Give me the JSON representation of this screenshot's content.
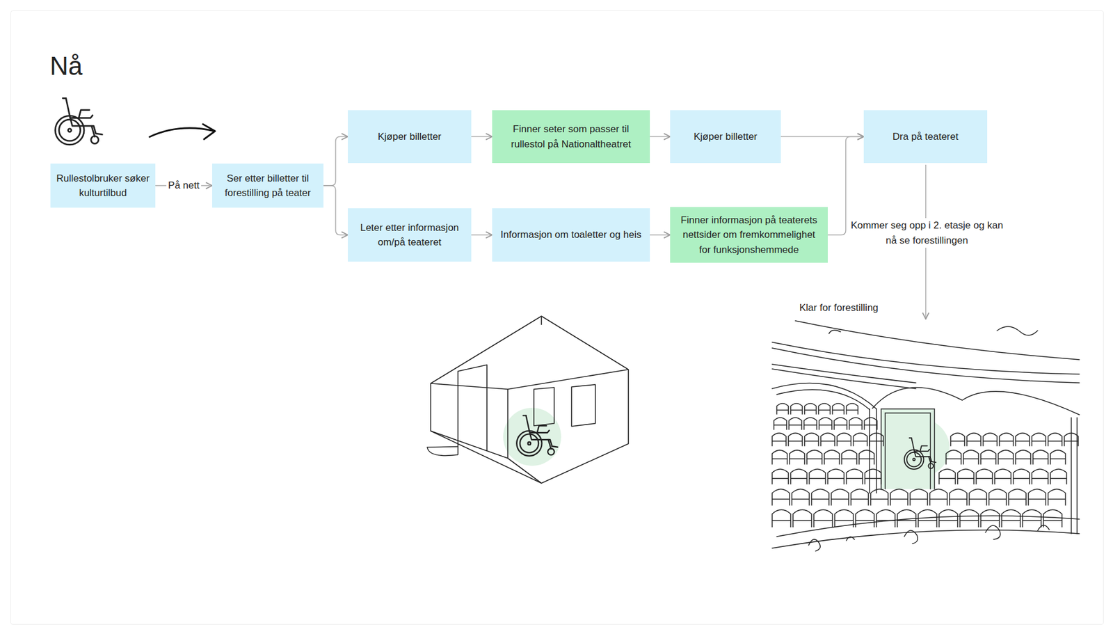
{
  "diagram": {
    "title": "Nå",
    "nodes": [
      {
        "text": [
          "Rullestolbruker søker kulturtilbud"
        ]
      },
      {
        "text": [
          "Ser etter billetter til forestilling på teater"
        ]
      },
      {
        "text": [
          "Kjøper billetter"
        ]
      },
      {
        "text": [
          "Finner seter som passer til rullestol på Nationaltheatret"
        ]
      },
      {
        "text": [
          "Kjøper billetter"
        ]
      },
      {
        "text": [
          "Dra på teateret"
        ]
      },
      {
        "text": [
          "Leter etter informasjon om/på teateret"
        ]
      },
      {
        "text": [
          "Informasjon om toaletter og heis"
        ]
      },
      {
        "text": [
          "Finner informasjon på teaterets nettsider om fremkommelighet for funksjonshemmede"
        ]
      }
    ],
    "edges": [
      {
        "from": 0,
        "to": 1,
        "label": "På nett",
        "arrow": "to"
      },
      {
        "from": 1,
        "to": 2,
        "arrow": "to"
      },
      {
        "from": 1,
        "to": 6,
        "arrow": "to"
      },
      {
        "from": 2,
        "to": 3,
        "arrow": "to"
      },
      {
        "from": 3,
        "to": 4,
        "arrow": "to"
      },
      {
        "from": 4,
        "to": 5,
        "arrow": "to"
      },
      {
        "from": 6,
        "to": 7,
        "arrow": "to"
      },
      {
        "from": 7,
        "to": 8,
        "arrow": "to"
      },
      {
        "from": 8,
        "to": 5,
        "arrow": "to"
      }
    ],
    "labels": [
      "Kommer seg opp i 2. etasje og kan nå se forestillingen",
      "Klar for forestilling"
    ]
  }
}
